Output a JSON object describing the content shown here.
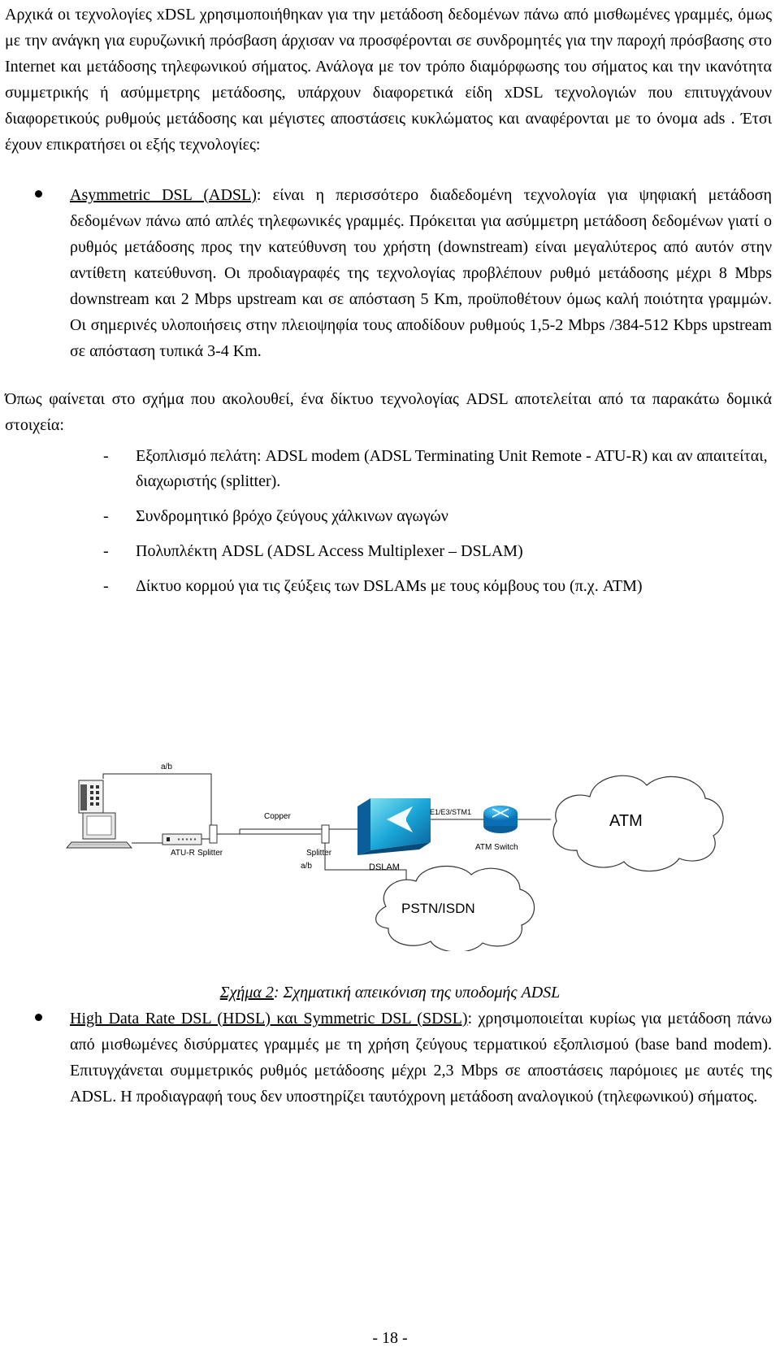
{
  "intro": {
    "text": "Αρχικά οι τεχνολογίες xDSL χρησιμοποιήθηκαν για την μετάδοση δεδομένων πάνω από μισθωμένες γραμμές, όμως με την ανάγκη για ευρυζωνική πρόσβαση άρχισαν να προσφέρονται σε συνδρομητές για την παροχή πρόσβασης στο Internet και μετάδοσης τηλεφωνικού σήματος. Ανάλογα με τον τρόπο διαμόρφωσης του σήματος και την ικανότητα συμμετρικής ή ασύμμετρης μετάδοσης, υπάρχουν διαφορετικά είδη xDSL τεχνολογιών που επιτυγχάνουν διαφορετικούς ρυθμούς μετάδοσης και μέγιστες αποστάσεις κυκλώματος και αναφέρονται με το όνομα ads . Έτσι έχουν επικρατήσει οι εξής τεχνολογίες:"
  },
  "bullet_adsl": {
    "term": "Asymmetric DSL (ADSL)",
    "text": ": είναι η περισσότερο διαδεδομένη τεχνολογία για ψηφιακή μετάδοση δεδομένων πάνω από απλές τηλεφωνικές γραμμές. Πρόκειται για ασύμμετρη μετάδοση δεδομένων γιατί ο ρυθμός μετάδοσης προς την κατεύθυνση του χρήστη (downstream) είναι μεγαλύτερος από αυτόν στην αντίθετη κατεύθυνση. Οι προδιαγραφές της τεχνολογίας προβλέπουν ρυθμό μετάδοσης μέχρι 8 Mbps downstream και 2 Mbps upstream και σε απόσταση 5 Km, προϋποθέτουν όμως καλή ποιότητα γραμμών. Οι σημερινές υλοποιήσεις στην πλειοψηφία τους αποδίδουν ρυθμούς 1,5-2 Mbps /384-512 Kbps upstream σε απόσταση τυπικά 3-4 Km."
  },
  "network_intro": "Όπως φαίνεται στο σχήμα που ακολουθεί, ένα δίκτυο τεχνολογίας ADSL αποτελείται από τα παρακάτω δομικά στοιχεία:",
  "components": [
    {
      "mark": "-",
      "text": "Εξοπλισμό πελάτη: ADSL modem (ADSL Terminating Unit Remote - ATU-R) και αν απαιτείται, διαχωριστής (splitter)."
    },
    {
      "mark": "-",
      "text": "Συνδρομητικό βρόχο ζεύγους χάλκινων αγωγών"
    },
    {
      "mark": "-",
      "text": "Πολυπλέκτη ADSL (ADSL Access Multiplexer – DSLAM)"
    },
    {
      "mark": "-",
      "text": "Δίκτυο κορμού για τις ζεύξεις των DSLAMs με τους κόμβους του (π.χ. ATM)"
    }
  ],
  "figure": {
    "labels": {
      "ab_top": "a/b",
      "copper": "Copper",
      "splitter_left": "Splitter",
      "splitter_right": "Splitter",
      "ab_bottom": "a/b",
      "atur": "ATU-R",
      "dslam": "DSLAM",
      "e1": "E1/E3/STM1",
      "atm_switch": "ATM Switch",
      "atm": "ATM",
      "pstn": "PSTN/ISDN"
    },
    "caption_prefix": "Σχήμα 2",
    "caption_text": ": Σχηματική απεικόνιση της υποδομής ADSL"
  },
  "bullet_hdsl": {
    "term": "High Data Rate DSL (HDSL) και Symmetric DSL (SDSL)",
    "text": ": χρησιμοποιείται κυρίως για μετάδοση πάνω από μισθωμένες δισύρματες γραμμές με τη χρήση ζεύγους τερματικού εξοπλισμού (base band modem). Επιτυγχάνεται συμμετρικός ρυθμός μετάδοσης μέχρι 2,3 Mbps σε αποστάσεις παρόμοιες με αυτές της ADSL. Η προδιαγραφή τους δεν υποστηρίζει ταυτόχρονη μετάδοση αναλογικού (τηλεφωνικού) σήματος."
  },
  "page_number": "- 18 -"
}
